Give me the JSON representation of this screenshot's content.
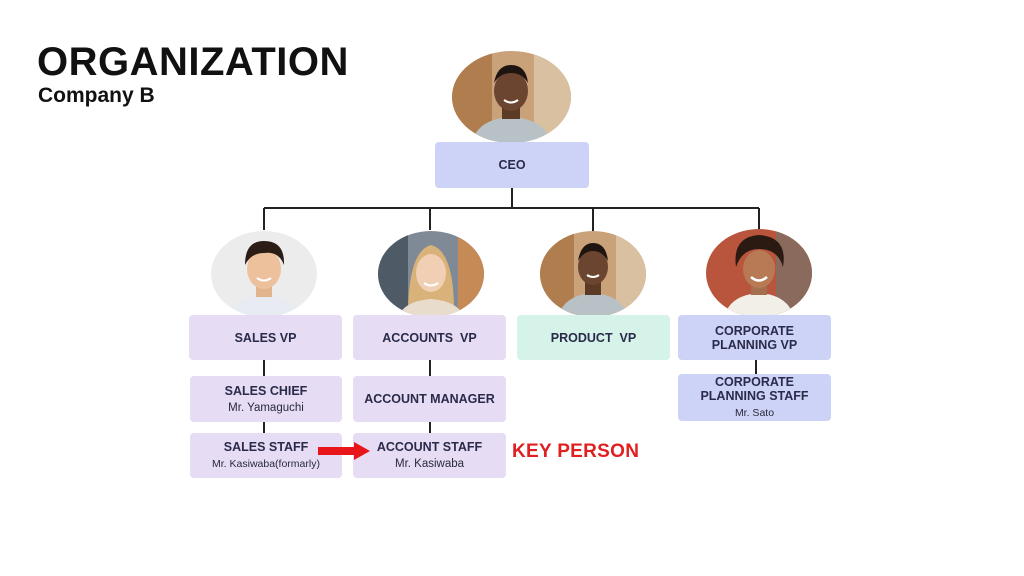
{
  "header": {
    "title": "ORGANIZATION",
    "subtitle": "Company B"
  },
  "nodes": {
    "ceo": {
      "role": "CEO"
    },
    "sales_vp": {
      "role": "SALES VP"
    },
    "accounts_vp": {
      "role": "ACCOUNTS  VP"
    },
    "product_vp": {
      "role": "PRODUCT  VP"
    },
    "corp_vp": {
      "role": "CORPORATE PLANNING VP"
    },
    "sales_chief": {
      "role": "SALES CHIEF",
      "person": "Mr. Yamaguchi"
    },
    "account_manager": {
      "role": "ACCOUNT MANAGER"
    },
    "corp_staff": {
      "role": "CORPORATE PLANNING STAFF",
      "person": "Mr. Sato"
    },
    "sales_staff": {
      "role": "SALES STAFF",
      "person": "Mr. Kasiwaba(formarly)"
    },
    "account_staff": {
      "role": "ACCOUNT STAFF",
      "person": "Mr. Kasiwaba"
    }
  },
  "annotation": {
    "label": "KEY PERSON",
    "arrow_color": "#e8151b"
  },
  "colors": {
    "lavender": "#e6dcf3",
    "blue": "#cdd3f6",
    "mint": "#d5f3e8",
    "accent": "#e02020"
  },
  "icons": [
    "person-photo-icon",
    "right-arrow-icon"
  ]
}
